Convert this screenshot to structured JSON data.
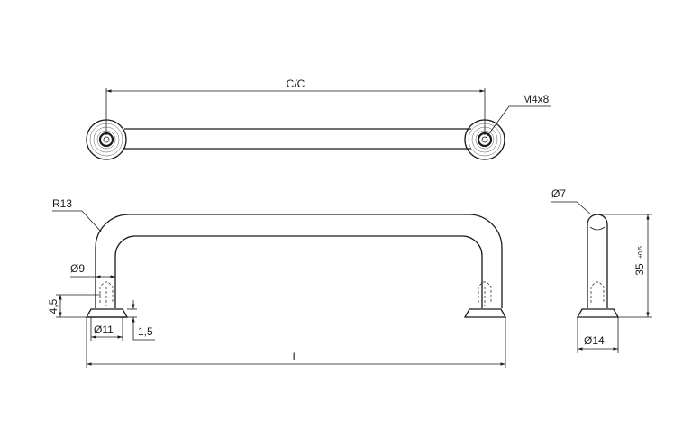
{
  "labels": {
    "center_to_center": "C/C",
    "thread": "M4x8",
    "bend_radius": "R13",
    "rod_diameter": "Ø9",
    "height_step": "4,5",
    "base_diameter": "Ø11",
    "base_thickness": "1,5",
    "length": "L",
    "tip_diameter": "Ø7",
    "height": "35",
    "height_tolerance": "±0,5",
    "foot_diameter": "Ø14"
  }
}
